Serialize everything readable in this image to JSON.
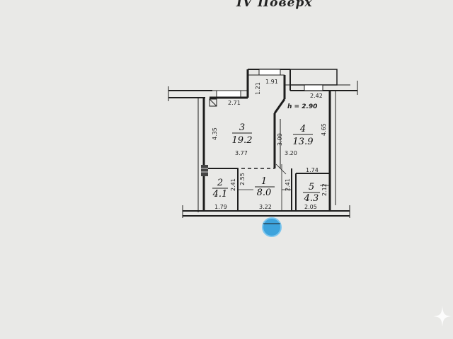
{
  "floor_title": "IV  Поверх",
  "ceiling_height": "h = 2.90",
  "rooms": [
    {
      "number": "3",
      "area": "19.2"
    },
    {
      "number": "4",
      "area": "13.9"
    },
    {
      "number": "2",
      "area": "4.1"
    },
    {
      "number": "1",
      "area": "8.0"
    },
    {
      "number": "5",
      "area": "4.3"
    }
  ],
  "dimensions": {
    "top_window_left": "2.71",
    "top_window_mid": "1.91",
    "top_right": "2.42",
    "notch_height": "1.21",
    "room3_height": "4.35",
    "room3_width": "3.77",
    "room4_left_height": "3.09",
    "room4_width": "3.20",
    "room4_right_height": "4.65",
    "room5_top": "1.74",
    "room2_right": "2.41",
    "room1_left": "2.55",
    "room1_right": "2.41",
    "room5_height": "2.12",
    "room2_bottom": "1.79",
    "room1_bottom": "3.22",
    "room5_bottom": "2.05"
  },
  "colors": {
    "marker": "#3da3dc",
    "wall": "#1e1e1e",
    "paper": "#e9e9e7"
  },
  "icons": {
    "entrance_marker": "blue-circle-marker",
    "sparkle": "sparkle-icon"
  }
}
